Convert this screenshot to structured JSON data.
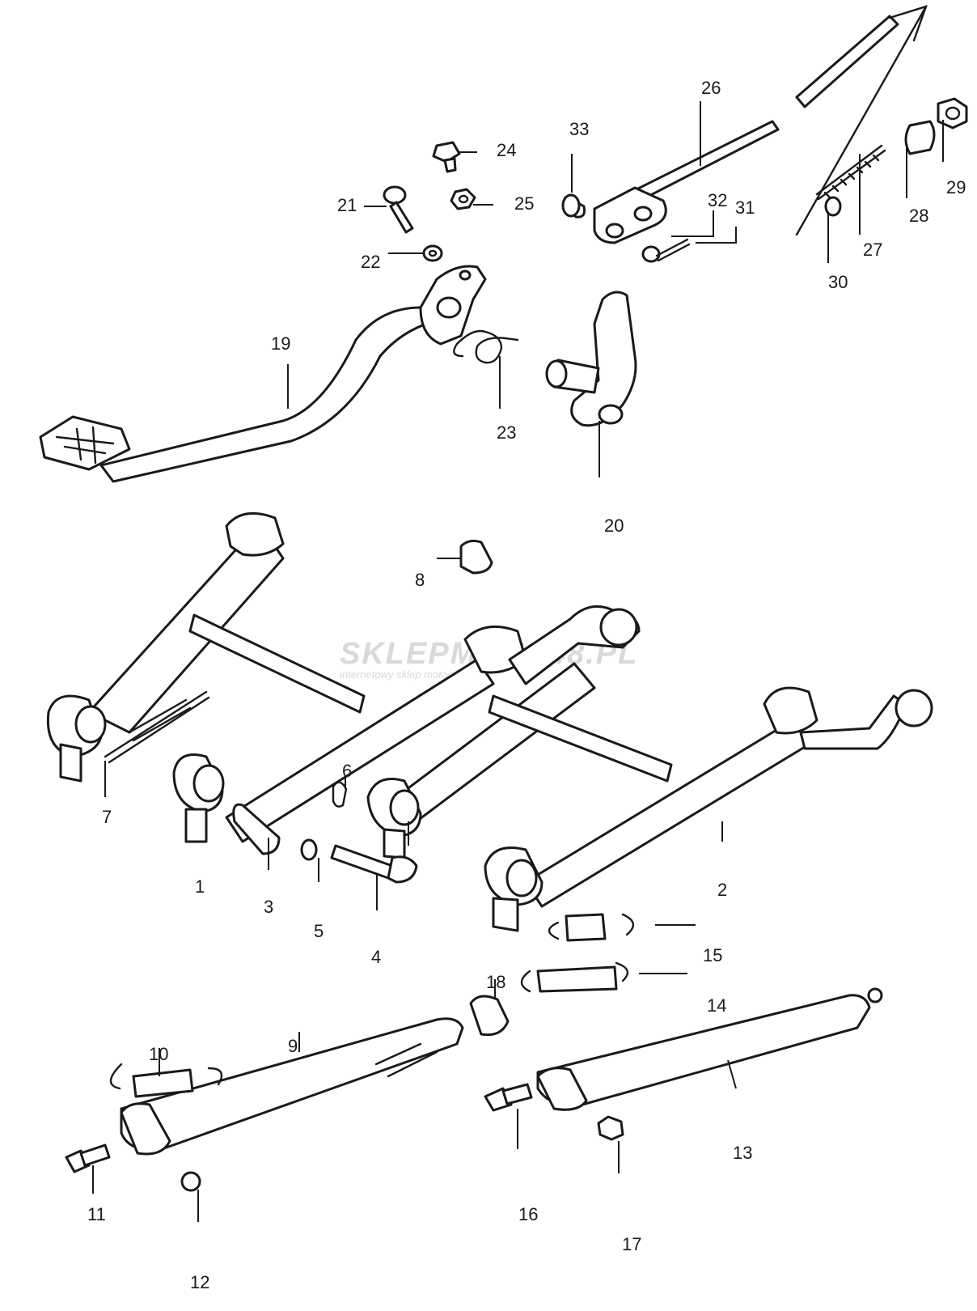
{
  "labels": {
    "l1": "1",
    "l2": "2",
    "l3": "3",
    "l4": "4",
    "l5": "5",
    "l6": "6",
    "l7": "7",
    "l8": "8",
    "l9": "9",
    "l10": "10",
    "l11": "11",
    "l12": "12",
    "l13": "13",
    "l14": "14",
    "l15": "15",
    "l16": "16",
    "l17": "17",
    "l18": "18",
    "l19": "19",
    "l20": "20",
    "l21": "21",
    "l22": "22",
    "l23": "23",
    "l24": "24",
    "l25": "25",
    "l26": "26",
    "l27": "27",
    "l28": "28",
    "l29": "29",
    "l30": "30",
    "l31": "31",
    "l32": "32",
    "l33": "33"
  },
  "watermark": {
    "main": "SKLEPMOTO48.PL",
    "sub": "internetowy sklep motocyklowy"
  },
  "colors": {
    "line": "#1a1a1a",
    "watermark": "#d9d9d9",
    "watermark_accent": "#f2b8b8"
  }
}
